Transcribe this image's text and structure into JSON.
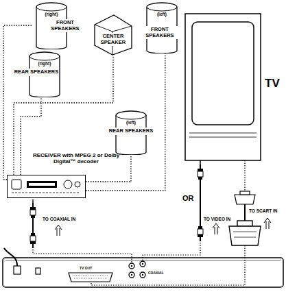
{
  "diagram": {
    "nodes": [
      {
        "text": [
          "(right)",
          "FRONT SPEAKERS"
        ]
      },
      {
        "text": [
          "CENTER SPEAKER"
        ]
      },
      {
        "text": [
          "(left)",
          "FRONT SPEAKERS"
        ]
      },
      {
        "text": [
          "(right)",
          "REAR SPEAKERS"
        ]
      },
      {
        "text": [
          "RECEIVER with MPEG 2 or Dolby Digital™ decoder"
        ]
      },
      {
        "text": [
          "(left)",
          "REAR SPEAKERS"
        ]
      },
      {
        "text": [
          "TV"
        ]
      }
    ],
    "edges": [
      {
        "from": 4,
        "to": 0,
        "arrow": "none"
      },
      {
        "from": 4,
        "to": 1,
        "arrow": "none"
      },
      {
        "from": 4,
        "to": 2,
        "arrow": "none"
      },
      {
        "from": 4,
        "to": 3,
        "arrow": "none"
      },
      {
        "from": 4,
        "to": 5,
        "arrow": "none"
      }
    ],
    "labels": [
      "OR",
      "TO VIDEO IN",
      "TO SCART IN",
      "TO COAXIAL IN",
      "TV OUT",
      "COAXIAL"
    ]
  }
}
